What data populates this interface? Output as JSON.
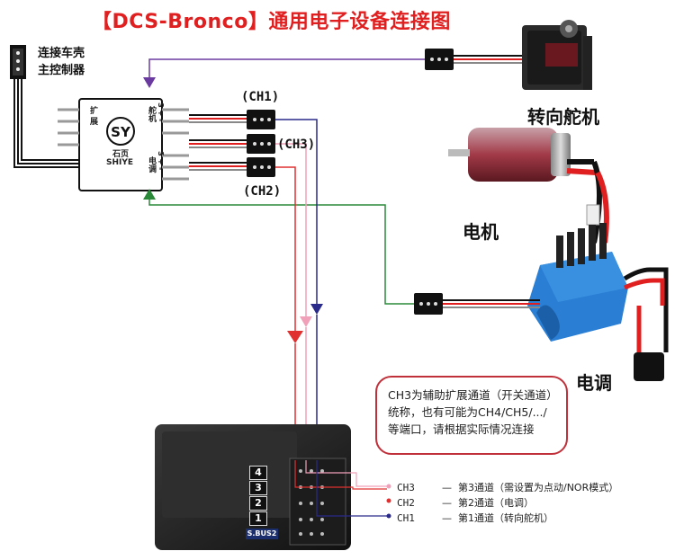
{
  "title": "【DCS-Bronco】通用电子设备连接图",
  "labels": {
    "chassis_controller": [
      "连接车壳",
      "主控制器"
    ],
    "servo": "转向舵机",
    "motor": "电机",
    "esc": "电调",
    "ch1": "(CH1)",
    "ch3": "(CH3)",
    "ch2": "(CH2)"
  },
  "module": {
    "logo_sub": "石页",
    "logo_brand": "SHIYE",
    "logo_mark": "SY",
    "left_label": "扩 展",
    "right_top": "舵机",
    "right_bottom": "电调",
    "pin_marks_top": "S + -",
    "pin_marks_bottom": "S + -"
  },
  "note": "CH3为辅助扩展通道（开关通道）统称，也有可能为CH4/CH5/.../等端口，请根据实际情况连接",
  "receiver": {
    "channel_numbers": [
      "4",
      "3",
      "2",
      "1"
    ],
    "port_label": "S.BUS2"
  },
  "legend": [
    {
      "ch": "CH3",
      "dash": "—",
      "desc": "第3通道（需设置为点动/NOR模式）"
    },
    {
      "ch": "CH2",
      "dash": "—",
      "desc": "第2通道（电调）"
    },
    {
      "ch": "CH1",
      "dash": "—",
      "desc": "第1通道（转向舵机）"
    }
  ],
  "colors": {
    "title": "#e02020",
    "ch1_wire": "#2a2a8a",
    "ch2_wire": "#e03030",
    "ch3_wire": "#f0a0b8",
    "purple_wire": "#6a3aa0",
    "green_wire": "#2a8a3a",
    "note_border": "#c0303a",
    "esc_blue": "#2a7fd4"
  }
}
